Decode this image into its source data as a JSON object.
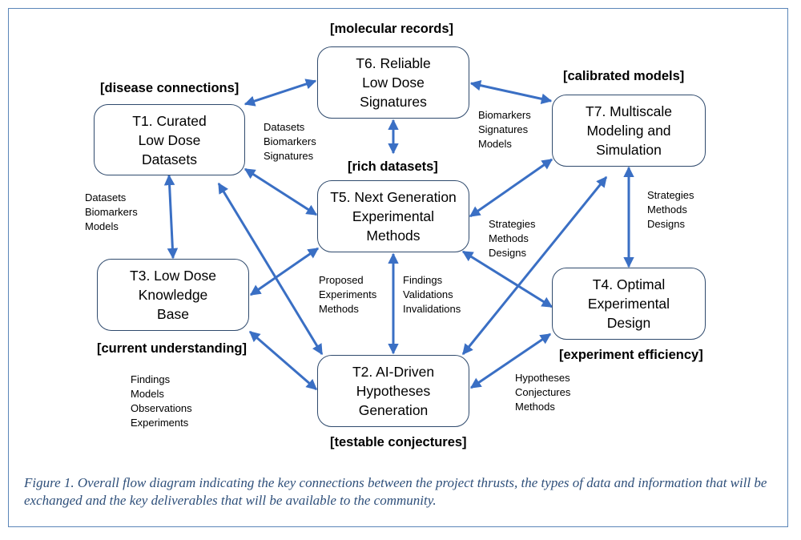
{
  "nodes": {
    "t1": "T1. Curated\nLow Dose\nDatasets",
    "t2": "T2. AI-Driven\nHypotheses\nGeneration",
    "t3": "T3. Low Dose\nKnowledge\nBase",
    "t4": "T4. Optimal\nExperimental\nDesign",
    "t5": "T5. Next Generation\nExperimental\nMethods",
    "t6": "T6. Reliable\nLow Dose\nSignatures",
    "t7": "T7. Multiscale\nModeling and\nSimulation"
  },
  "deliverables": {
    "t1": "[disease connections]",
    "t2": "[testable conjectures]",
    "t3": "[current understanding]",
    "t4": "[experiment efficiency]",
    "t5": "[rich datasets]",
    "t6": "[molecular records]",
    "t7": "[calibrated models]"
  },
  "edge_labels": {
    "t1_t5": "Datasets\nBiomarkers\nSignatures",
    "t1_t3": "Datasets\nBiomarkers\nModels",
    "t6_t7": "Biomarkers\nSignatures\nModels",
    "t7_t4": "Strategies\nMethods\nDesigns",
    "t5_t4": "Strategies\nMethods\nDesigns",
    "t5_t3": "Proposed\nExperiments\nMethods",
    "t5_t2": "Findings\nValidations\nInvalidations",
    "t3_t2": "Findings\nModels\nObservations\nExperiments",
    "t2_t4": "Hypotheses\nConjectures\nMethods"
  },
  "colors": {
    "arrow": "#3a6fc4",
    "border": "#2f4a6d",
    "frame": "#5b86b8",
    "caption": "#2e4f7a"
  },
  "caption": "Figure 1. Overall flow diagram indicating the key connections between the project thrusts, the types of data and information that will be exchanged and the key deliverables that will be available to the community."
}
